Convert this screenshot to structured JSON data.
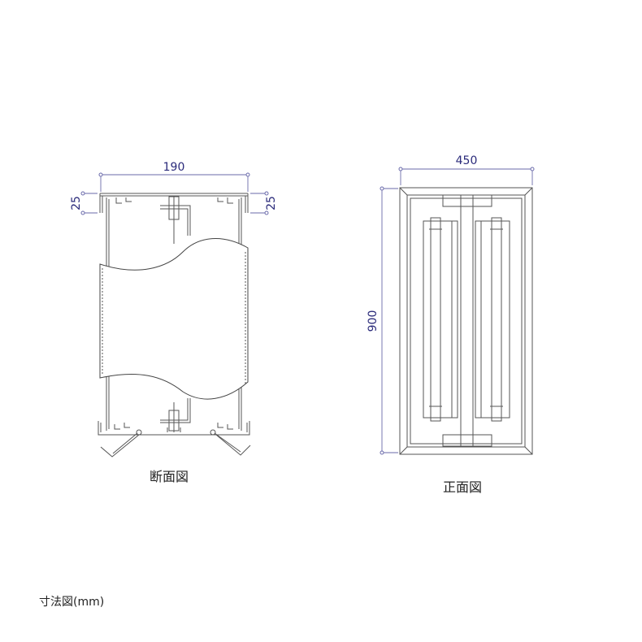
{
  "section_view": {
    "label": "断面図",
    "width_dim": "190",
    "left_depth_dim": "25",
    "right_depth_dim": "25"
  },
  "front_view": {
    "label": "正面図",
    "width_dim": "450",
    "height_dim": "900"
  },
  "caption": "寸法図(mm)",
  "colors": {
    "dimension": "#2a2a7a",
    "line": "#555555"
  }
}
